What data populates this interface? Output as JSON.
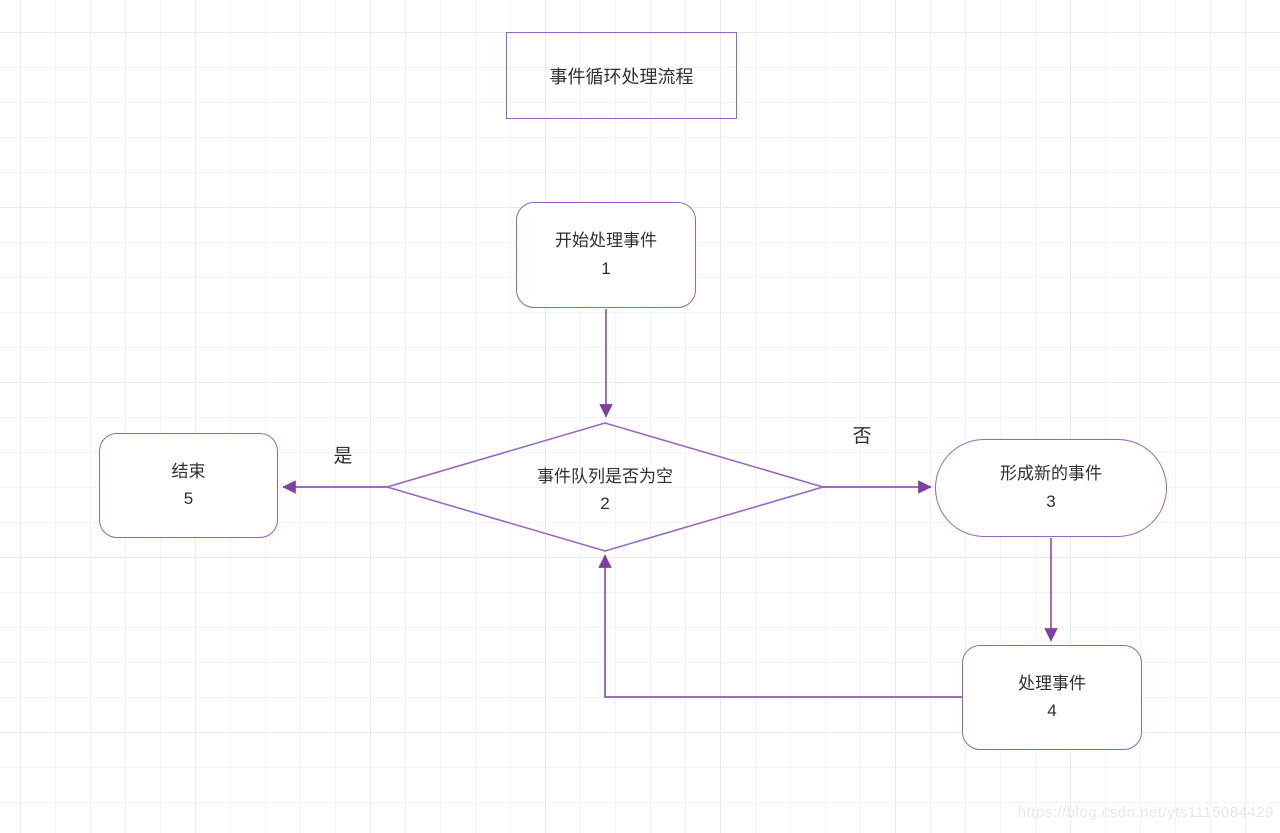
{
  "diagram": {
    "title": "事件循环处理流程",
    "nodes": [
      {
        "id": "1",
        "label": "开始处理事件",
        "number": "1",
        "type": "rounded-rect"
      },
      {
        "id": "2",
        "label": "事件队列是否为空",
        "number": "2",
        "type": "diamond"
      },
      {
        "id": "3",
        "label": "形成新的事件",
        "number": "3",
        "type": "stadium"
      },
      {
        "id": "4",
        "label": "处理事件",
        "number": "4",
        "type": "rounded-rect"
      },
      {
        "id": "5",
        "label": "结束",
        "number": "5",
        "type": "rounded-rect"
      }
    ],
    "edge_labels": {
      "yes": "是",
      "no": "否"
    },
    "edges": [
      {
        "from": "1",
        "to": "2",
        "label": ""
      },
      {
        "from": "2",
        "to": "5",
        "label": "是"
      },
      {
        "from": "2",
        "to": "3",
        "label": "否"
      },
      {
        "from": "3",
        "to": "4",
        "label": ""
      },
      {
        "from": "4",
        "to": "2",
        "label": ""
      }
    ],
    "colors": {
      "shape_border": "#9662c6",
      "connector": "#7d3fa8",
      "text": "#2f2f2f",
      "grid_minor": "#f3f3f6",
      "grid_major": "#e9e9ee",
      "background": "#ffffff",
      "watermark": "#e7e7ea"
    },
    "watermark": "https://blog.csdn.net/yts1115084429"
  }
}
